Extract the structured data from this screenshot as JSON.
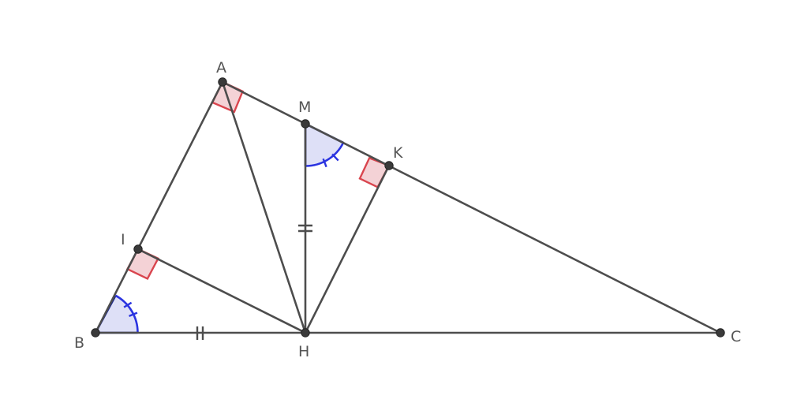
{
  "points": {
    "A": "A",
    "M": "M",
    "K": "K",
    "I": "I",
    "B": "B",
    "H": "H",
    "C": "C"
  },
  "colors": {
    "segment": "#4d4d4d",
    "right_angle_fill": "#f4d2d6",
    "right_angle_stroke": "#d9454e",
    "angle_fill": "#d8dbf6",
    "angle_arc": "#2b34e0"
  }
}
